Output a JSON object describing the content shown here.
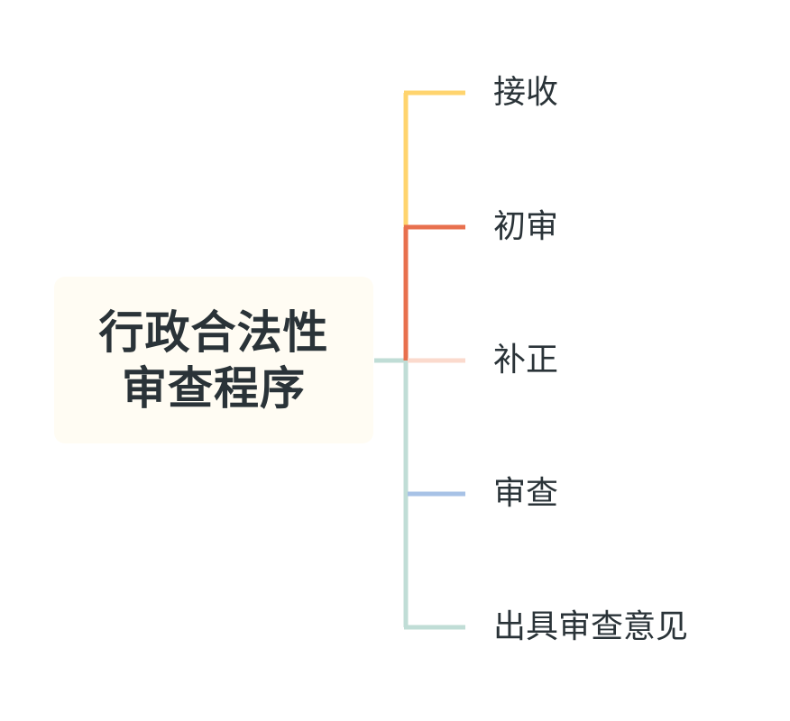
{
  "root": {
    "line1": "行政合法性",
    "line2": "审查程序",
    "background": "#fffcf3"
  },
  "branches": [
    {
      "label": "接收",
      "color": "#ffd46e"
    },
    {
      "label": "初审",
      "color": "#e8704e"
    },
    {
      "label": "补正",
      "color": "#fbdacd"
    },
    {
      "label": "审查",
      "color": "#a7c2e6"
    },
    {
      "label": "出具审查意见",
      "color": "#c0ddd6"
    }
  ],
  "trunk_color": "#c0ddd6",
  "text_color": "#2a3338"
}
